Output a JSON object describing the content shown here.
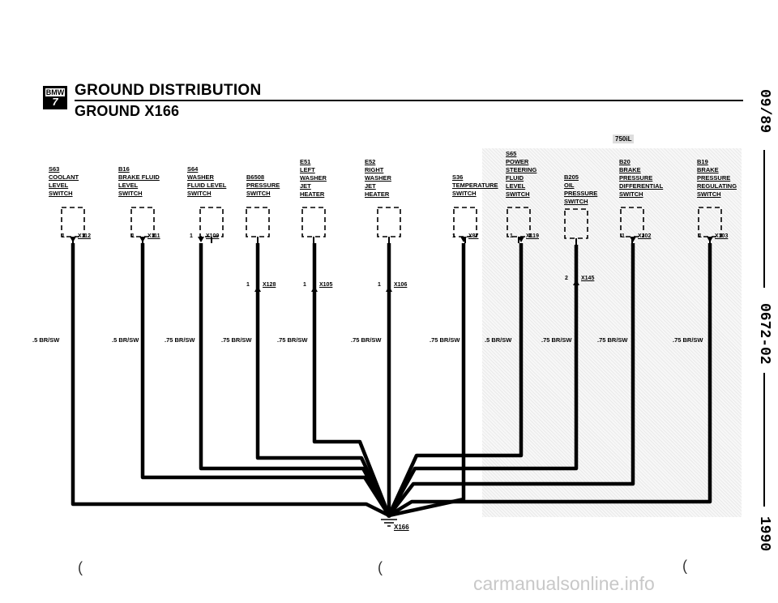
{
  "header": {
    "logo_text": "BMW",
    "logo_number": "7",
    "title": "GROUND DISTRIBUTION",
    "subtitle": "GROUND X166"
  },
  "side_margin": {
    "top": "09/89",
    "middle": "0672-02",
    "bottom": "1990"
  },
  "shaded_tag": "750iL",
  "components": [
    {
      "id": "S63",
      "lines": [
        "COOLANT",
        "LEVEL",
        "SWITCH"
      ],
      "connector": "X112",
      "pin": "1",
      "wire": ".5 BR/SW"
    },
    {
      "id": "B16",
      "lines": [
        "BRAKE FLUID",
        "LEVEL",
        "SWITCH"
      ],
      "connector": "X111",
      "pin": "1",
      "wire": ".5 BR/SW"
    },
    {
      "id": "S64",
      "lines": [
        "WASHER",
        "FLUID LEVEL",
        "SWITCH"
      ],
      "connector": "X109",
      "pin": "1",
      "wire": ".75 BR/SW"
    },
    {
      "id": "B6508",
      "lines": [
        "PRESSURE",
        "SWITCH"
      ],
      "connector": "X128",
      "pin": "1",
      "wire": ".75 BR/SW"
    },
    {
      "id": "E51",
      "lines": [
        "LEFT",
        "WASHER",
        "JET",
        "HEATER"
      ],
      "connector": "X105",
      "pin": "1",
      "wire": ".75 BR/SW"
    },
    {
      "id": "E52",
      "lines": [
        "RIGHT",
        "WASHER",
        "JET",
        "HEATER"
      ],
      "connector": "X106",
      "pin": "1",
      "wire": ".75 BR/SW"
    },
    {
      "id": "S36",
      "lines": [
        "TEMPERATURE",
        "SWITCH"
      ],
      "connector": "X87",
      "pin": "1",
      "wire": ".75 BR/SW"
    },
    {
      "id": "S65",
      "lines": [
        "POWER",
        "STEERING",
        "FLUID",
        "LEVEL",
        "SWITCH"
      ],
      "connector": "X119",
      "pin": "1",
      "wire": ".5 BR/SW"
    },
    {
      "id": "B205",
      "lines": [
        "OIL",
        "PRESSURE",
        "SWITCH"
      ],
      "connector": "X145",
      "pin": "2",
      "wire": ".75 BR/SW"
    },
    {
      "id": "B20",
      "lines": [
        "BRAKE",
        "PRESSURE",
        "DIFFERENTIAL",
        "SWITCH"
      ],
      "connector": "X102",
      "pin": "1",
      "wire": ".75 BR/SW"
    },
    {
      "id": "B19",
      "lines": [
        "BRAKE",
        "PRESSURE",
        "REGULATING",
        "SWITCH"
      ],
      "connector": "X103",
      "pin": "1",
      "wire": ".75 BR/SW"
    }
  ],
  "ground": {
    "label": "X166"
  },
  "watermark": "carmanualsonline.info",
  "footer_marks": [
    "(",
    "(",
    "("
  ]
}
